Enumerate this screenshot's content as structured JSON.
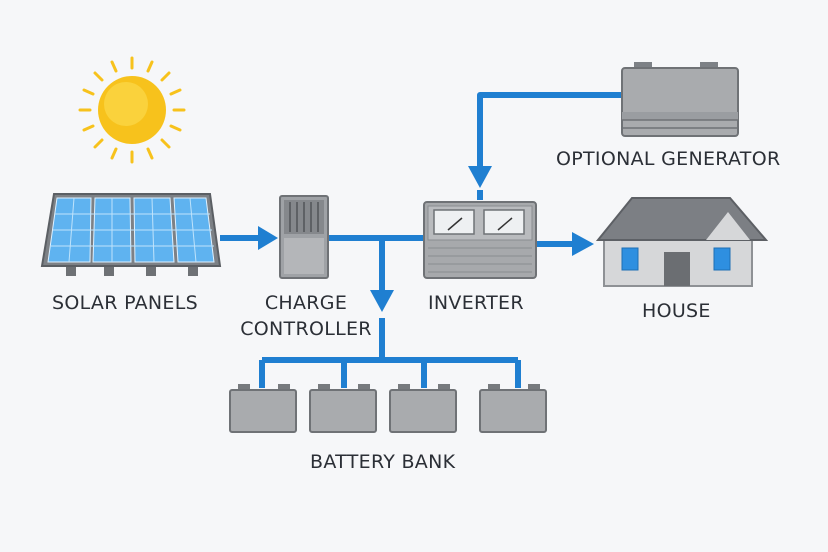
{
  "labels": {
    "solar_panels": "SOLAR PANELS",
    "charge_controller_line1": "CHARGE",
    "charge_controller_line2": "CONTROLLER",
    "inverter": "INVERTER",
    "house": "HOUSE",
    "optional_generator": "OPTIONAL GENERATOR",
    "battery_bank": "BATTERY BANK"
  },
  "colors": {
    "wire": "#1f7fd1",
    "device_gray": "#a9abae",
    "device_dark": "#7b7e82",
    "panel_blue": "#5fb3f0",
    "sun": "#f7c21c",
    "window_blue": "#2e8fe0",
    "text": "#2b2f36"
  },
  "icons": [
    "sun-icon",
    "solar-panel-icon",
    "charge-controller-icon",
    "inverter-icon",
    "house-icon",
    "generator-icon",
    "battery-icon"
  ]
}
